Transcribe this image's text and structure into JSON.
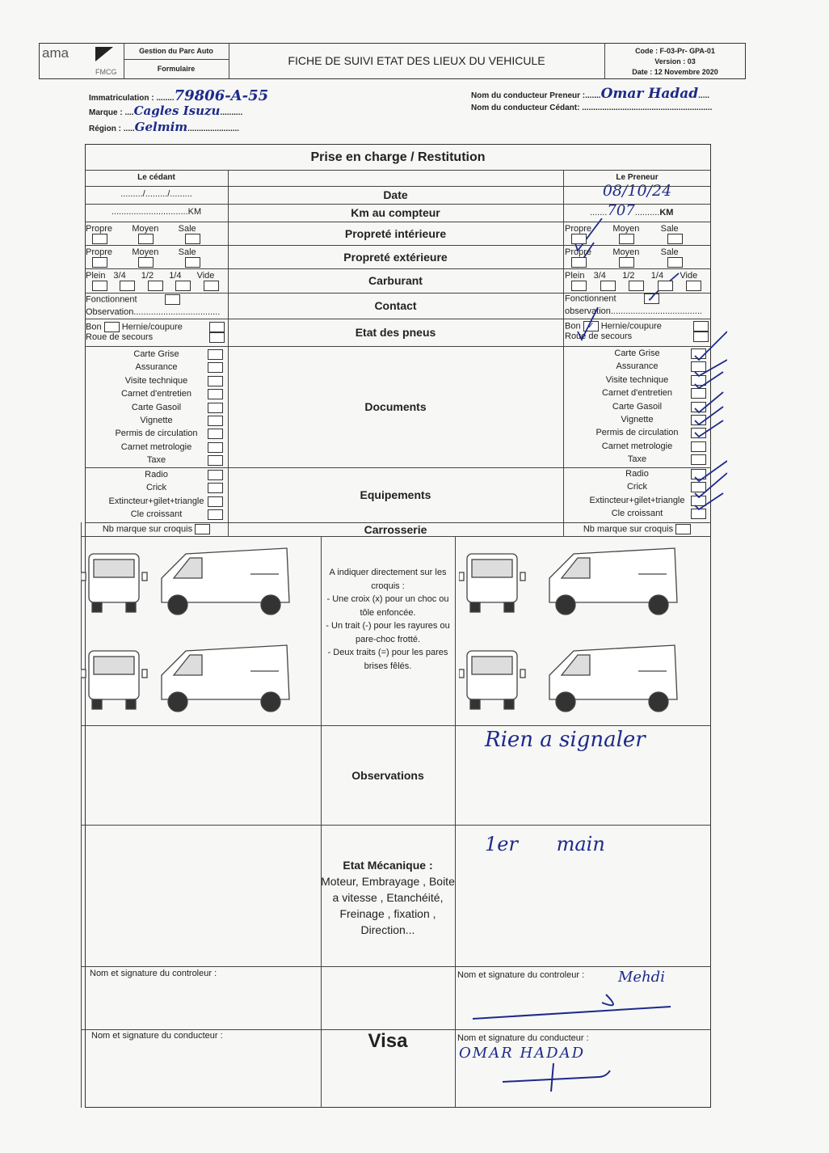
{
  "header": {
    "logo_text": "ama",
    "logo_sub": "FMCG",
    "dept": "Gestion du Parc Auto",
    "doc_type": "Formulaire",
    "title": "FICHE DE SUIVI ETAT DES LIEUX DU VEHICULE",
    "code": "Code : F-03-Pr- GPA-01",
    "version": "Version : 03",
    "date": "Date : 12 Novembre 2020"
  },
  "fields": {
    "immat_label": "Immatriculation :",
    "immat_value": "79806-A-55",
    "marque_label": "Marque :",
    "marque_value": "Cagles Isuzu",
    "region_label": "Région :",
    "region_value": "Gelmim",
    "preneur_label": "Nom du conducteur Preneur :",
    "preneur_value": "Omar Hadad",
    "cedant_label": "Nom du conducteur Cédant:"
  },
  "table": {
    "title": "Prise en charge / Restitution",
    "cedant": "Le cédant",
    "preneur": "Le Preneur",
    "date_label": "Date",
    "date_blank": "........./........./.........",
    "date_value": "08/10/24",
    "km_label": "Km au compteur",
    "km_blank": "...............................KM",
    "km_value": "707",
    "km_unit": "KM",
    "prop_int": "Propreté intérieure",
    "prop_ext": "Propreté extérieure",
    "clean_opts": [
      "Propre",
      "Moyen",
      "Sale"
    ],
    "carburant": "Carburant",
    "fuel_opts": [
      "Plein",
      "3/4",
      "1/2",
      "1/4",
      "Vide"
    ],
    "contact": "Contact",
    "fonctionnent": "Fonctionnent",
    "observation": "Observation...................................",
    "observation_r": "observation.....................................",
    "pneus": "Etat des pneus",
    "bon": "Bon",
    "hernie": "Hernie/coupure",
    "roue": "Roue de secours",
    "documents": "Documents",
    "doc_items": [
      "Carte Grise",
      "Assurance",
      "Visite technique",
      "Carnet d'entretien",
      "Carte Gasoil",
      "Vignette",
      "Permis de circulation",
      "Carnet metrologie",
      "Taxe"
    ],
    "equipements": "Equipements",
    "equip_items": [
      "Radio",
      "Crick",
      "Extincteur+gilet+triangle",
      "Cle croissant"
    ],
    "carrosserie": "Carrosserie",
    "nb_marque": "Nb marque sur croquis",
    "croquis_instructions": [
      "A indiquer directement sur les croquis :",
      "- Une croix (x) pour un choc ou tôle enfoncée.",
      "- Un trait (-) pour les rayures ou pare-choc frotté.",
      "- Deux traits (=) pour les pares brises fêlés."
    ],
    "observations": "Observations",
    "observations_value": "Rien a signaler",
    "etat_meca_title": "Etat Mécanique :",
    "etat_meca_body": "Moteur, Embrayage , Boite a vitesse , Etanchéité, Freinage , fixation , Direction...",
    "etat_meca_value": "1er main",
    "controleur": "Nom et signature du controleur :",
    "controleur_value": "Mehdi",
    "conducteur": "Nom et signature du conducteur :",
    "conducteur_value": "OMAR HADAD",
    "visa": "Visa"
  }
}
